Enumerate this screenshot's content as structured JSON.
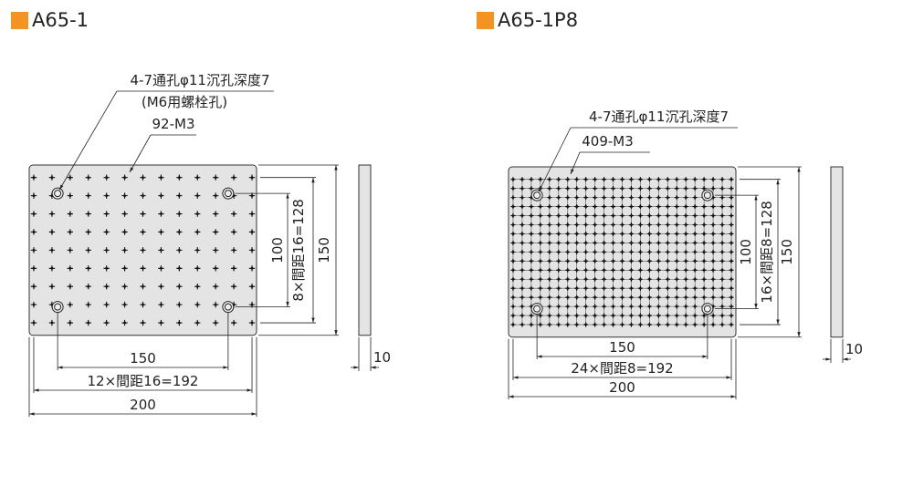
{
  "accent_color": "#f39322",
  "plate_color": "#e4e4e4",
  "drawings": [
    {
      "title": "A65-1",
      "hole_note": "4-7通孔φ11沉孔深度7",
      "bolt_note": "(M6用螺栓孔)",
      "tap_note": "92-M3",
      "pitch_mm": 16,
      "cols": 13,
      "rows": 9,
      "dim_counterbore_x": "150",
      "dim_pitch_x": "12×間距16=192",
      "dim_width": "200",
      "dim_counterbore_y": "100",
      "dim_pitch_y": "8×間距16=128",
      "dim_height": "150",
      "dim_thickness": "10"
    },
    {
      "title": "A65-1P8",
      "hole_note": "4-7通孔φ11沉孔深度7",
      "tap_note": "409-M3",
      "pitch_mm": 8,
      "cols": 25,
      "rows": 17,
      "dim_counterbore_x": "150",
      "dim_pitch_x": "24×間距8=192",
      "dim_width": "200",
      "dim_counterbore_y": "100",
      "dim_pitch_y": "16×間距8=128",
      "dim_height": "150",
      "dim_thickness": "10"
    }
  ]
}
